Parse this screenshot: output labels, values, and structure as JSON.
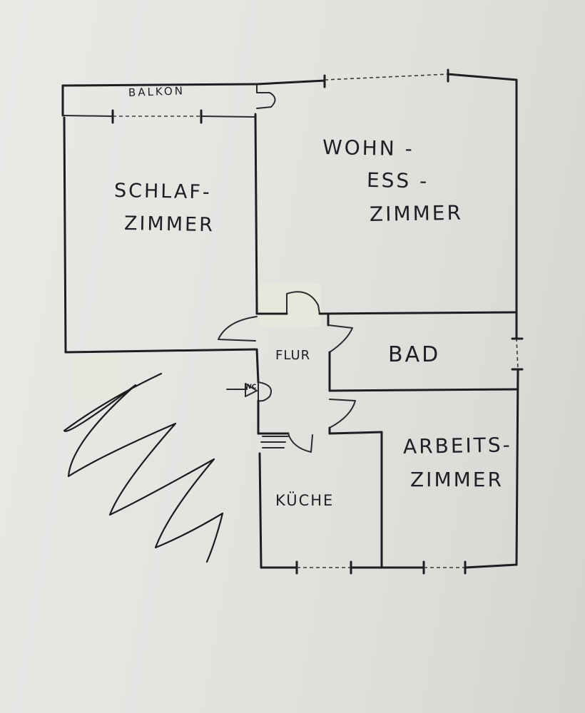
{
  "rooms": {
    "balkon": "BALKON",
    "schlaf_line1": "SCHLAF-",
    "schlaf_line2": "ZIMMER",
    "wohn_line1": "WOHN -",
    "wohn_line2": "ESS -",
    "wohn_line3": "ZIMMER",
    "bad": "BAD",
    "flur": "FLUR",
    "arbeit_line1": "ARBEITS-",
    "arbeit_line2": "ZIMMER",
    "kueche": "KÜCHE",
    "wc": "WC"
  },
  "colors": {
    "paper": "#e6e6e3",
    "ink": "#1e1e22"
  }
}
